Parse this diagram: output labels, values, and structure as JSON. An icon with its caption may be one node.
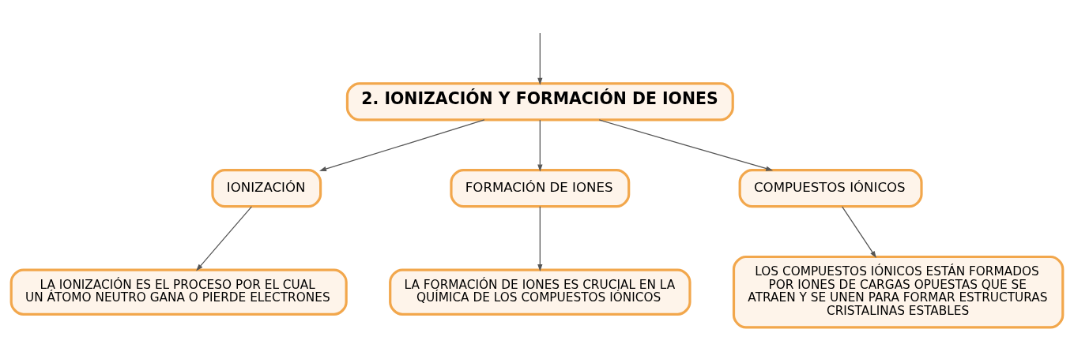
{
  "diagram": {
    "nodes": [
      {
        "text": [
          "2. IONIZACIÓN Y FORMACIÓN DE IONES"
        ]
      },
      {
        "text": [
          "IONIZACIÓN"
        ]
      },
      {
        "text": [
          "FORMACIÓN DE IONES"
        ]
      },
      {
        "text": [
          "COMPUESTOS IÓNICOS"
        ]
      },
      {
        "text": [
          "LA IONIZACIÓN ES EL PROCESO POR EL CUAL UN ÁTOMO NEUTRO GANA O PIERDE ELECTRONES"
        ]
      },
      {
        "text": [
          "LA FORMACIÓN DE IONES ES CRUCIAL EN LA QUÍMICA DE LOS COMPUESTOS IÓNICOS"
        ]
      },
      {
        "text": [
          "LOS COMPUESTOS IÓNICOS ESTÁN FORMADOS POR IONES DE CARGAS OPUESTAS QUE SE ATRAEN Y SE UNEN PARA FORMAR ESTRUCTURAS CRISTALINAS ESTABLES"
        ]
      }
    ],
    "edges": [
      {
        "from": null,
        "to": 0,
        "arrow": "to"
      },
      {
        "from": 0,
        "to": 1,
        "arrow": "to"
      },
      {
        "from": 0,
        "to": 2,
        "arrow": "to"
      },
      {
        "from": 0,
        "to": 3,
        "arrow": "to"
      },
      {
        "from": 1,
        "to": 4,
        "arrow": "to"
      },
      {
        "from": 2,
        "to": 5,
        "arrow": "to"
      },
      {
        "from": 3,
        "to": 6,
        "arrow": "to"
      }
    ]
  }
}
